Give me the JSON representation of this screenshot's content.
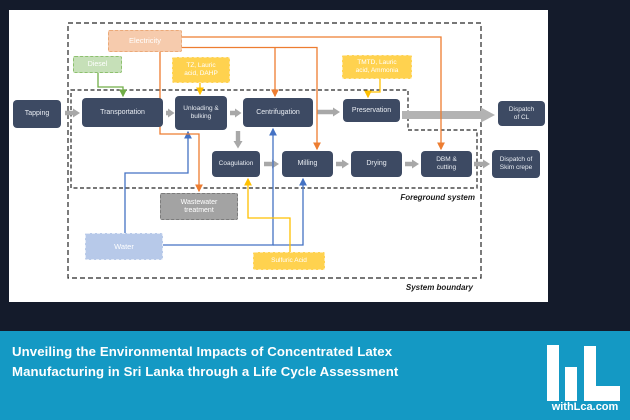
{
  "banner": {
    "title_line1": "Unveiling the Environmental Impacts of Concentrated Latex",
    "title_line2": "Manufacturing in Sri Lanka through a Life Cycle Assessment",
    "brand": "withLca.com"
  },
  "diagram": {
    "boundary_labels": {
      "foreground": "Foreground system",
      "system": "System boundary"
    },
    "nodes": {
      "tapping": "Tapping",
      "transportation": "Transportation",
      "unloading": "Unloading &\nbulking",
      "centrifugation": "Centrifugation",
      "preservation": "Preservation",
      "coagulation": "Coagulation",
      "milling": "Milling",
      "drying": "Drying",
      "dbm": "DBM &\ncutting",
      "dispatch_cl": "Dispatch\nof CL",
      "dispatch_skim": "Dispatch of\nSkim crepe",
      "electricity": "Electricity",
      "diesel": "Diesel",
      "tz": "TZ, Lauric\nacid, DAHP",
      "tmtd": "TMTD, Lauric\nacid, Ammonia",
      "wastewater": "Wastewater\ntreatment",
      "water": "Water",
      "sulfuric": "Sulfuric Acid"
    },
    "flows": [
      {
        "from": "Tapping",
        "to": "Transportation",
        "type": "process"
      },
      {
        "from": "Transportation",
        "to": "Unloading & bulking",
        "type": "process"
      },
      {
        "from": "Unloading & bulking",
        "to": "Centrifugation",
        "type": "process"
      },
      {
        "from": "Centrifugation",
        "to": "Preservation",
        "type": "process"
      },
      {
        "from": "Preservation",
        "to": "Dispatch of CL",
        "type": "process"
      },
      {
        "from": "Centrifugation",
        "to": "Coagulation",
        "type": "process"
      },
      {
        "from": "Coagulation",
        "to": "Milling",
        "type": "process"
      },
      {
        "from": "Milling",
        "to": "Drying",
        "type": "process"
      },
      {
        "from": "Drying",
        "to": "DBM & cutting",
        "type": "process"
      },
      {
        "from": "DBM & cutting",
        "to": "Dispatch of Skim crepe",
        "type": "process"
      },
      {
        "from": "Electricity",
        "to": "Centrifugation",
        "type": "energy"
      },
      {
        "from": "Electricity",
        "to": "Milling",
        "type": "energy"
      },
      {
        "from": "Electricity",
        "to": "DBM & cutting",
        "type": "energy"
      },
      {
        "from": "Electricity",
        "to": "Wastewater treatment",
        "type": "energy"
      },
      {
        "from": "Diesel",
        "to": "Transportation",
        "type": "fuel"
      },
      {
        "from": "TZ, Lauric acid, DAHP",
        "to": "Unloading & bulking",
        "type": "chemical"
      },
      {
        "from": "TMTD, Lauric acid, Ammonia",
        "to": "Preservation",
        "type": "chemical"
      },
      {
        "from": "Sulfuric Acid",
        "to": "Coagulation",
        "type": "chemical"
      },
      {
        "from": "Water",
        "to": "Unloading & bulking",
        "type": "water"
      },
      {
        "from": "Water",
        "to": "Centrifugation",
        "type": "water"
      },
      {
        "from": "Water",
        "to": "Milling",
        "type": "water"
      }
    ]
  },
  "colors": {
    "background": "#141B2B",
    "banner": "#1499C4",
    "process_box": "#3D4A63",
    "electricity_box": "#F6CBAD",
    "diesel_box": "#C6E0B8",
    "chemical_box": "#FFD24F",
    "water_box": "#B7C9E9",
    "wastewater_box": "#A3A3A3",
    "arrow_gray": "#A8A8A8",
    "line_orange": "#ED7D31",
    "line_blue": "#4472C4",
    "line_yellow": "#FFC000",
    "line_green": "#70AD47"
  }
}
